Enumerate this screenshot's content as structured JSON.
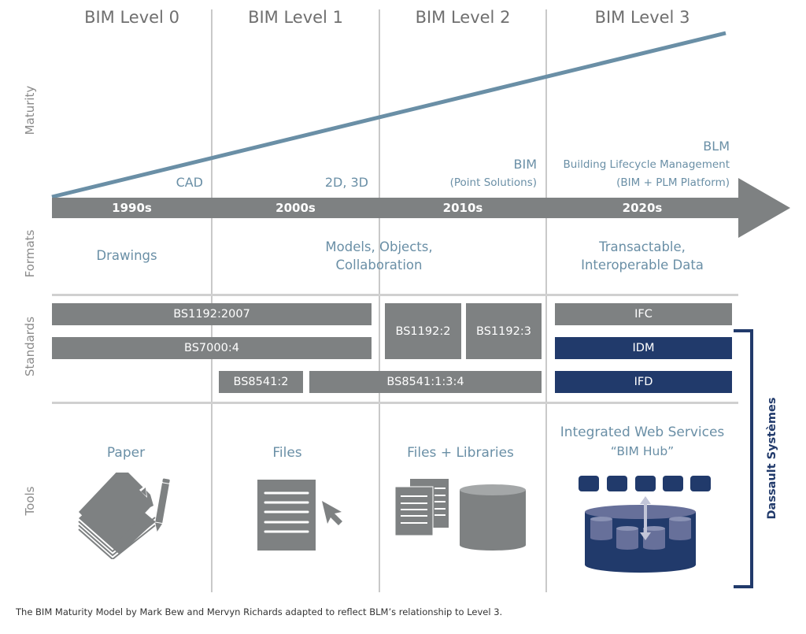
{
  "levels": [
    {
      "title": "BIM Level 0"
    },
    {
      "title": "BIM Level 1"
    },
    {
      "title": "BIM Level 2"
    },
    {
      "title": "BIM Level 3"
    }
  ],
  "row_labels": {
    "maturity": "Maturity",
    "formats": "Formats",
    "standards": "Standards",
    "tools": "Tools"
  },
  "timeline": {
    "milestones": [
      {
        "title": "CAD"
      },
      {
        "title": "2D, 3D"
      },
      {
        "title": "BIM",
        "subtitle": "(Point Solutions)"
      },
      {
        "title": "BLM",
        "subtitle": "Building Lifecycle Management",
        "subtitle2": "(BIM + PLM Platform)"
      }
    ],
    "decades": [
      "1990s",
      "2000s",
      "2010s",
      "2020s"
    ]
  },
  "formats": [
    {
      "text": "Drawings"
    },
    {
      "line1": "Models, Objects,",
      "line2": "Collaboration"
    },
    {
      "line1": "Transactable,",
      "line2": "Interoperable Data"
    }
  ],
  "standards": [
    {
      "label": "BS1192:2007",
      "style": "gray"
    },
    {
      "label": "BS7000:4",
      "style": "gray"
    },
    {
      "label": "BS8541:2",
      "style": "gray"
    },
    {
      "label": "BS8541:1:3:4",
      "style": "gray"
    },
    {
      "label": "BS1192:2",
      "style": "gray"
    },
    {
      "label": "BS1192:3",
      "style": "gray"
    },
    {
      "label": "IFC",
      "style": "gray"
    },
    {
      "label": "IDM",
      "style": "navy"
    },
    {
      "label": "IFD",
      "style": "navy"
    }
  ],
  "tools": [
    {
      "title": "Paper",
      "icon": "paper-stack-pencil-icon"
    },
    {
      "title": "Files",
      "icon": "document-cursor-icon"
    },
    {
      "title": "Files + Libraries",
      "icon": "documents-database-icon"
    },
    {
      "title": "Integrated Web Services",
      "subtitle": "“BIM Hub”",
      "icon": "bim-hub-icon"
    }
  ],
  "bracket": {
    "label": "Dassault Systèmes"
  },
  "caption": "The BIM Maturity Model by Mark Bew and Mervyn Richards adapted to reflect BLM’s relationship to Level 3.",
  "colors": {
    "gray": "#7e8182",
    "navy": "#213a6b",
    "accent_blue": "#6a8fa6",
    "maturity_line": "#6a8fa6",
    "grid": "#c9c9c9"
  }
}
